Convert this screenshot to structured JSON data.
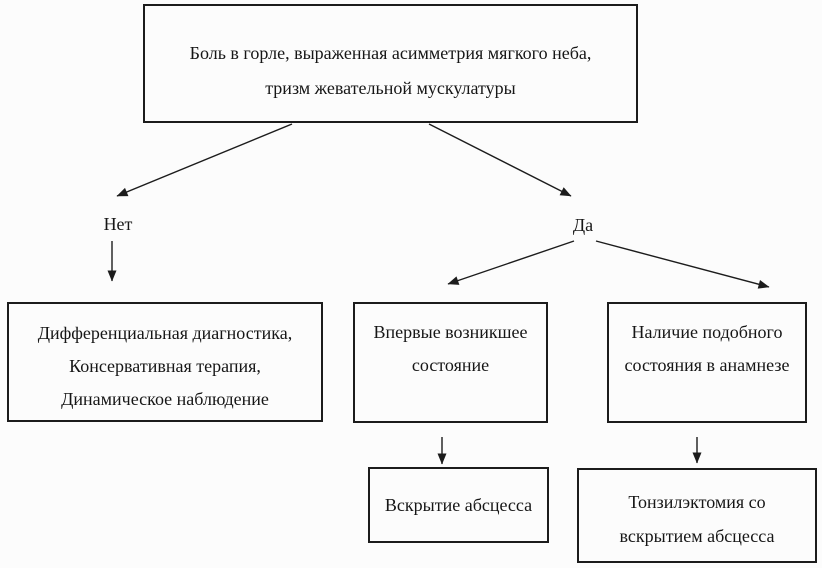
{
  "diagram": {
    "type": "flowchart",
    "language": "ru",
    "colors": {
      "background": "#fcfcfc",
      "line": "#1c1c1c",
      "text": "#161616"
    },
    "nodes": {
      "symptoms": {
        "lines": [
          "Боль в горле, выраженная асимметрия мягкого неба,",
          "тризм жевательной мускулатуры"
        ]
      },
      "differential": {
        "lines": [
          "Дифференциальная диагностика,",
          "Консервативная терапия,",
          "Динамическое наблюдение"
        ]
      },
      "first_episode": {
        "lines": [
          "Впервые возникшее",
          "состояние"
        ]
      },
      "history": {
        "lines": [
          "Наличие подобного",
          "состояния в анамнезе"
        ]
      },
      "abscess_opening": {
        "lines": [
          "Вскрытие абсцесса"
        ]
      },
      "tonsillectomy": {
        "lines": [
          "Тонзилэктомия со",
          "вскрытием абсцесса"
        ]
      }
    },
    "branch_labels": {
      "no": "Нет",
      "yes": "Да"
    },
    "edges": [
      {
        "from": "symptoms",
        "to": "branch_no",
        "label": "Нет"
      },
      {
        "from": "symptoms",
        "to": "branch_yes",
        "label": "Да"
      },
      {
        "from": "branch_no",
        "to": "differential",
        "label": ""
      },
      {
        "from": "branch_yes",
        "to": "first_episode",
        "label": ""
      },
      {
        "from": "branch_yes",
        "to": "history",
        "label": ""
      },
      {
        "from": "first_episode",
        "to": "abscess_opening",
        "label": ""
      },
      {
        "from": "history",
        "to": "tonsillectomy",
        "label": ""
      }
    ]
  }
}
